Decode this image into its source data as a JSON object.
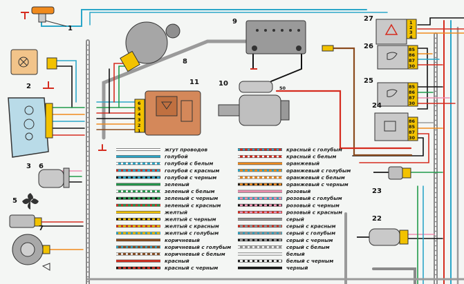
{
  "callouts": [
    "1",
    "2",
    "3",
    "5",
    "6",
    "7",
    "8",
    "9",
    "10",
    "11",
    "22",
    "23",
    "24",
    "25",
    "26",
    "27"
  ],
  "connector_pins": {
    "block_11": [
      "6",
      "5",
      "4",
      "3",
      "2",
      "1"
    ],
    "relay_27": [
      "1",
      "2",
      "3",
      "4"
    ],
    "relay_26": [
      "85",
      "86",
      "87",
      "30"
    ],
    "relay_25": [
      "85",
      "86",
      "87",
      "30"
    ],
    "relay_24": [
      "86",
      "85",
      "87",
      "30"
    ]
  },
  "starter_terminal": "50",
  "legend": {
    "left": [
      {
        "label": "жгут проводов",
        "color": "#ffffff",
        "stripe": null
      },
      {
        "label": "голубой",
        "color": "#2aa6c8",
        "stripe": null
      },
      {
        "label": "голубой с белым",
        "color": "#2aa6c8",
        "stripe": "#ffffff"
      },
      {
        "label": "голубой с красным",
        "color": "#2aa6c8",
        "stripe": "#d52b1e"
      },
      {
        "label": "голубой с черным",
        "color": "#2aa6c8",
        "stripe": "#111111"
      },
      {
        "label": "зеленый",
        "color": "#1f9a4a",
        "stripe": null
      },
      {
        "label": "зеленый с белым",
        "color": "#1f9a4a",
        "stripe": "#ffffff"
      },
      {
        "label": "зеленый с черным",
        "color": "#1f9a4a",
        "stripe": "#111111"
      },
      {
        "label": "зеленый с красным",
        "color": "#1f9a4a",
        "stripe": "#d52b1e"
      },
      {
        "label": "желтый",
        "color": "#f2c200",
        "stripe": null
      },
      {
        "label": "желтый с черным",
        "color": "#f2c200",
        "stripe": "#111111"
      },
      {
        "label": "желтый с красным",
        "color": "#f2c200",
        "stripe": "#d52b1e"
      },
      {
        "label": "желтый с голубым",
        "color": "#f2c200",
        "stripe": "#2aa6c8"
      },
      {
        "label": "коричневый",
        "color": "#8a4a1c",
        "stripe": null
      },
      {
        "label": "коричневый с голубым",
        "color": "#8a4a1c",
        "stripe": "#2aa6c8"
      },
      {
        "label": "коричневый с белым",
        "color": "#8a4a1c",
        "stripe": "#ffffff"
      },
      {
        "label": "красный",
        "color": "#d52b1e",
        "stripe": null
      },
      {
        "label": "красный с черным",
        "color": "#d52b1e",
        "stripe": "#111111"
      }
    ],
    "right": [
      {
        "label": "красный с голубым",
        "color": "#d52b1e",
        "stripe": "#2aa6c8"
      },
      {
        "label": "красный с белым",
        "color": "#d52b1e",
        "stripe": "#ffffff"
      },
      {
        "label": "оранжевый",
        "color": "#f08a1c",
        "stripe": null
      },
      {
        "label": "оранжевый с голубым",
        "color": "#f08a1c",
        "stripe": "#2aa6c8"
      },
      {
        "label": "оранжевый с белым",
        "color": "#f08a1c",
        "stripe": "#ffffff"
      },
      {
        "label": "оранжевый с черным",
        "color": "#f08a1c",
        "stripe": "#111111"
      },
      {
        "label": "розовый",
        "color": "#ef8fb0",
        "stripe": null
      },
      {
        "label": "розовый с голубым",
        "color": "#ef8fb0",
        "stripe": "#2aa6c8"
      },
      {
        "label": "розовый с черным",
        "color": "#ef8fb0",
        "stripe": "#111111"
      },
      {
        "label": "розовый с красным",
        "color": "#ef8fb0",
        "stripe": "#d52b1e"
      },
      {
        "label": "серый",
        "color": "#9a9a9a",
        "stripe": null
      },
      {
        "label": "серый с красным",
        "color": "#9a9a9a",
        "stripe": "#d52b1e"
      },
      {
        "label": "серый с голубым",
        "color": "#9a9a9a",
        "stripe": "#2aa6c8"
      },
      {
        "label": "серый с черным",
        "color": "#9a9a9a",
        "stripe": "#111111"
      },
      {
        "label": "серый с белым",
        "color": "#9a9a9a",
        "stripe": "#ffffff"
      },
      {
        "label": "белый",
        "color": "#ffffff",
        "stripe": null
      },
      {
        "label": "белый с черным",
        "color": "#ffffff",
        "stripe": "#111111"
      },
      {
        "label": "черный",
        "color": "#111111",
        "stripe": null
      }
    ]
  }
}
